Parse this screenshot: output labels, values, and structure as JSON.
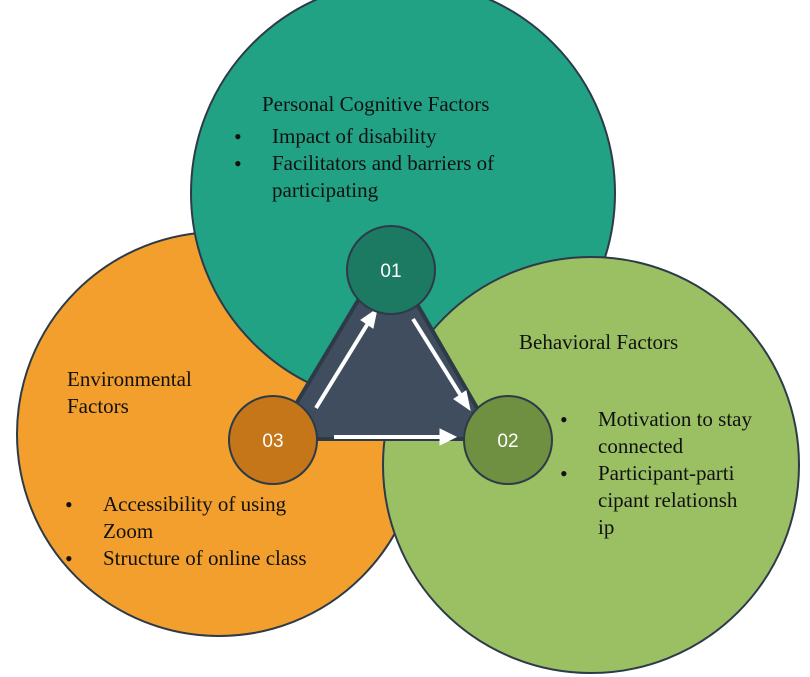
{
  "factors": {
    "personal": {
      "title": "Personal Cognitive Factors",
      "bullets": [
        "Impact of disability",
        "Facilitators and barriers of participating"
      ],
      "color": "#22a285"
    },
    "behavioral": {
      "title": "Behavioral Factors",
      "bullets": [
        "Motivation to stay connected",
        "Participant-participant relationship"
      ],
      "color": "#9bc063"
    },
    "environmental": {
      "title": "Environmental Factors",
      "bullets": [
        "Accessibility of using Zoom",
        "Structure of online class"
      ],
      "color": "#f39f2d"
    }
  },
  "nodes": {
    "n01": {
      "label": "01",
      "color": "#1d7a62"
    },
    "n02": {
      "label": "02",
      "color": "#6f9040"
    },
    "n03": {
      "label": "03",
      "color": "#c57619"
    }
  },
  "triangle_color": "#3f4d5f",
  "outline_color": "#2d3a48"
}
